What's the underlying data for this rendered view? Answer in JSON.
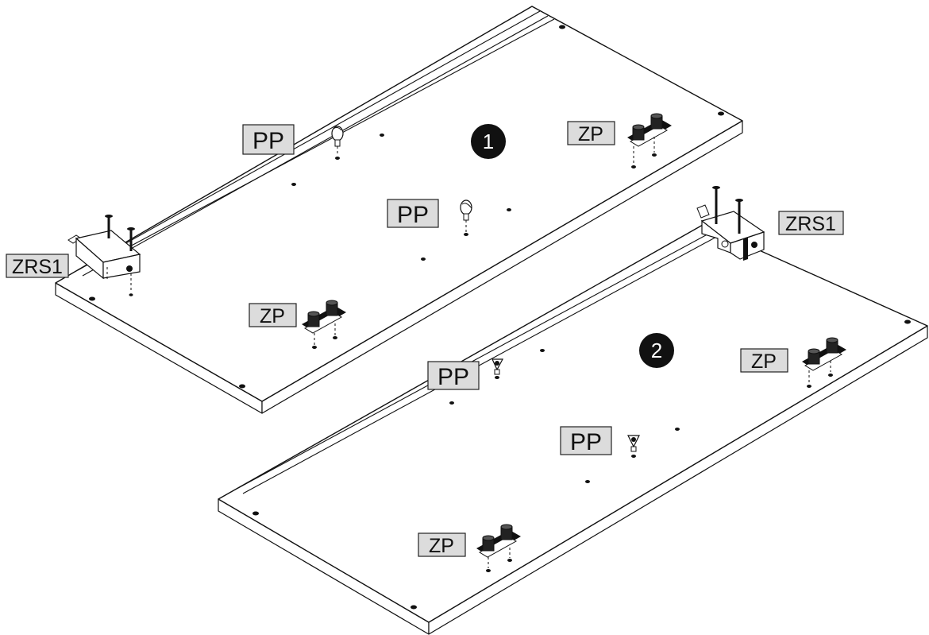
{
  "diagram": {
    "panel_1": {
      "step_number": "1"
    },
    "panel_2": {
      "step_number": "2"
    },
    "labels": {
      "pp_a": "PP",
      "pp_b": "PP",
      "pp_c": "PP",
      "pp_d": "PP",
      "zp_a": "ZP",
      "zp_b": "ZP",
      "zp_c": "ZP",
      "zp_d": "ZP",
      "zrs1_a": "ZRS1",
      "zrs1_b": "ZRS1"
    },
    "colors": {
      "label_fill": "#dcdcdc",
      "line": "#111111",
      "badge": "#111111"
    }
  }
}
